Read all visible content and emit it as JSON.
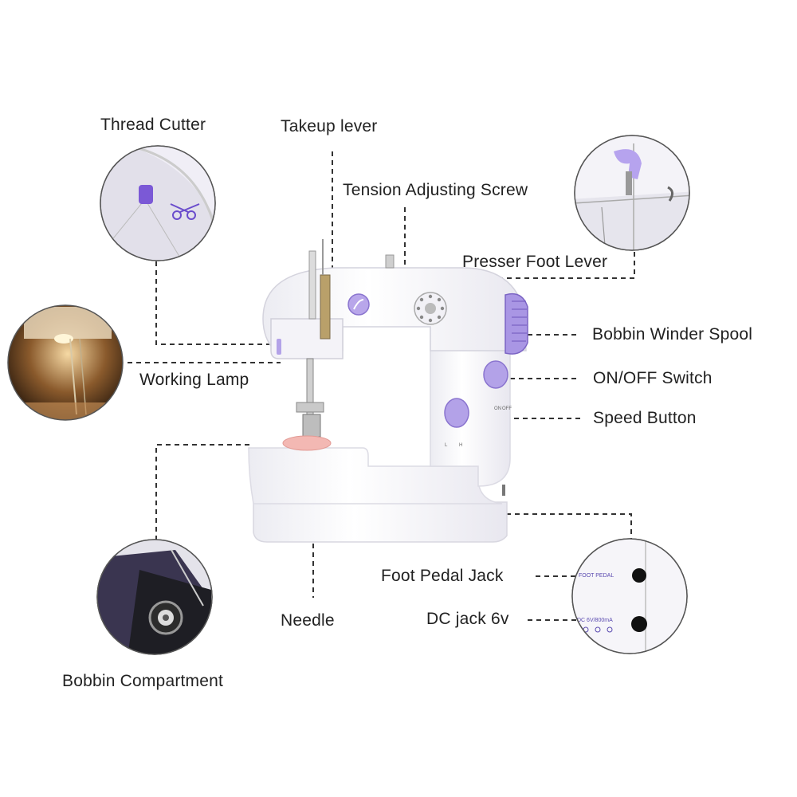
{
  "labels": {
    "thread_cutter": "Thread Cutter",
    "takeup_lever": "Takeup lever",
    "tension_screw": "Tension Adjusting Screw",
    "presser_foot_lever": "Presser Foot Lever",
    "bobbin_winder_spool": "Bobbin Winder Spool",
    "working_lamp": "Working Lamp",
    "on_off_switch": "ON/OFF Switch",
    "speed_button": "Speed Button",
    "foot_pedal_jack": "Foot Pedal Jack",
    "dc_jack": "DC jack 6v",
    "needle": "Needle",
    "bobbin_compartment": "Bobbin Compartment"
  },
  "machine_marks": {
    "on": "ON",
    "off": "OFF",
    "low": "L",
    "high": "H",
    "foot_pedal_port": "FOOT PEDAL",
    "dc_port": "DC 6V/800mA"
  },
  "colors": {
    "accent": "#9b86d8",
    "accent_dark": "#6f55c0",
    "body": "#f7f6fa",
    "leader": "#333333"
  }
}
